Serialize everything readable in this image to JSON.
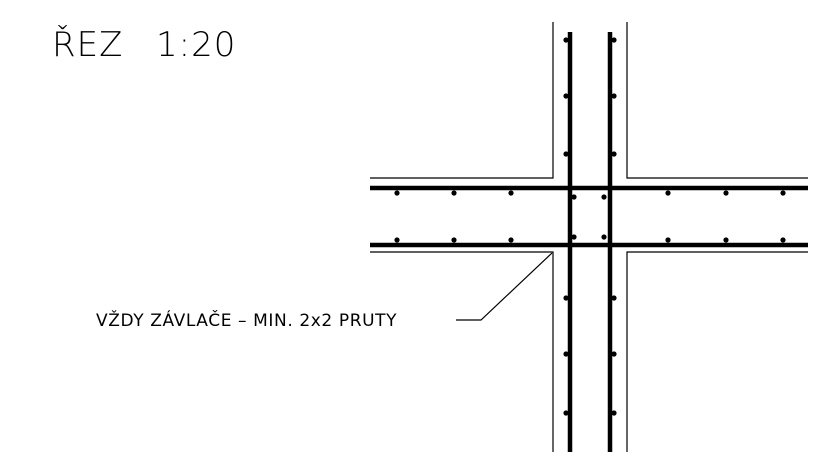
{
  "title": "ŘEZ",
  "scale": "1:20",
  "annotation": "VŽDY ZÁVLAČE – MIN. 2x2 PRUTY",
  "colors": {
    "line": "#000000",
    "background": "#ffffff"
  }
}
